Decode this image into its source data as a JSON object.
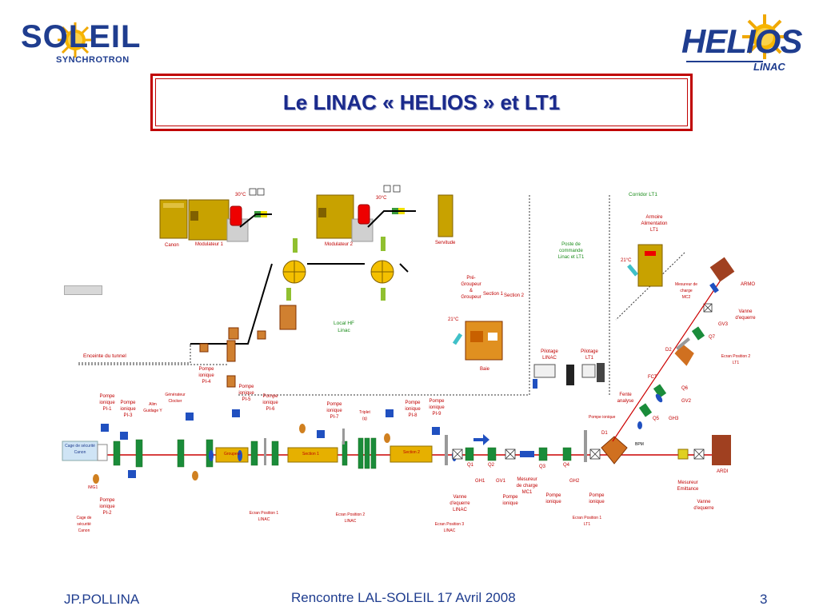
{
  "header": {
    "soleil_logo": {
      "name": "SOLEIL",
      "sub": "SYNCHROTRON"
    },
    "helios_logo": {
      "name": "HELIOS",
      "sub": "LINAC"
    },
    "title": "Le LINAC « HELIOS » et LT1"
  },
  "footer": {
    "author": "JP.POLLINA",
    "event": "Rencontre LAL-SOLEIL 17 Avril 2008",
    "page": "3"
  },
  "zones": {
    "corridor": "Corridor LT1",
    "poste": [
      "Poste de",
      "commande",
      "Linac et LT1"
    ],
    "local_hf": [
      "Local HF",
      "Linac"
    ],
    "enceinte": "Enceinte du tunnel"
  },
  "equipment": {
    "canon": "Canon",
    "modulateur1": "Modulateur 1",
    "modulateur2": "Modulateur 2",
    "servitude": "Servitude",
    "temp": "30°C",
    "temp_21": "21°C",
    "armoire": [
      "Armoire",
      "Alimentation",
      "LT1"
    ],
    "baie": "Baie",
    "pilotage_linac": [
      "Pilotage",
      "LINAC"
    ],
    "pilotage_lt1": [
      "Pilotage",
      "LT1"
    ],
    "pregroupeur": [
      "Pré-",
      "Groupeur",
      "&",
      "Groupeur"
    ],
    "section1": "Section 1",
    "section2": "Section 2",
    "mesureur_charge": [
      "Mesureur de",
      "charge",
      "MC2"
    ],
    "armo": "ARMO",
    "vanne_equerre_gv3": [
      "Vanne",
      "d'equerre"
    ],
    "gv3": "GV3",
    "q7": "Q7",
    "d2": "D2",
    "ecran_lt1_2": [
      "Ecran Position 2",
      "LT1"
    ],
    "q6": "Q6",
    "gv2": "GV2",
    "q5": "Q5",
    "gh3": "GH3",
    "fct": "FCT",
    "fente": [
      "Fente",
      "analyse"
    ],
    "pompe_ionique_small": "Pompe ionique",
    "d1": "D1",
    "bpm": "BPM",
    "ardi": "ARDI",
    "mesureur_emittance": [
      "Mesureur",
      "Emittance"
    ],
    "vanne_equerre_end": [
      "Vanne",
      "d'equerre"
    ]
  },
  "beamline_labels": {
    "pompes": [
      {
        "text": [
          "Pompe",
          "ionique",
          "PI-1"
        ]
      },
      {
        "text": [
          "Pompe",
          "ionique",
          "PI-3"
        ]
      },
      {
        "text": [
          "Pompe",
          "ionique",
          "PI-4"
        ]
      },
      {
        "text": [
          "Pompe",
          "ionique",
          "PI-5"
        ]
      },
      {
        "text": [
          "Pompe",
          "ionique",
          "PI-6"
        ]
      },
      {
        "text": [
          "Pompe",
          "ionique",
          "PI-7"
        ]
      },
      {
        "text": [
          "Pompe",
          "ionique",
          "PI-8"
        ]
      },
      {
        "text": [
          "Pompe",
          "ionique",
          "PI-9"
        ]
      },
      {
        "text": [
          "Pompe",
          "ionique",
          "PI-2"
        ]
      }
    ],
    "generateur": [
      "Générateur",
      "Clocker"
    ],
    "alim_guidage": [
      "Alim",
      "Guidage Y"
    ],
    "cage_securite": [
      "Cage de sécurité",
      "Canon"
    ],
    "cage_securite2": [
      "Cage de",
      "sécurité",
      "Canon"
    ],
    "triplet": [
      "Triplet",
      "(q)"
    ],
    "img1": "IMG1",
    "ecran_linac1": [
      "Ecran Position 1",
      "LINAC"
    ],
    "ecran_linac2": [
      "Ecran Position 2",
      "LINAC"
    ],
    "ecran_linac3": [
      "Ecran Position 3",
      "LINAC"
    ],
    "ecran_lt1": [
      "Ecran Position 1",
      "LT1"
    ],
    "vanne_linac": [
      "Vanne",
      "d'equerre",
      "LINAC"
    ],
    "q1": "Q1",
    "q2": "Q2",
    "q3": "Q3",
    "q4": "Q4",
    "gh1": "GH1",
    "gv1": "GV1",
    "gh2": "GH2",
    "mesureur_mc1": [
      "Mesureur",
      "de charge",
      "MC1"
    ],
    "pompe_ionique_2": [
      "Pompe",
      "ionique"
    ],
    "groupeur_sec": "Groupeur",
    "section1_sec": "Section 1",
    "section2_sec": "Section 2"
  }
}
